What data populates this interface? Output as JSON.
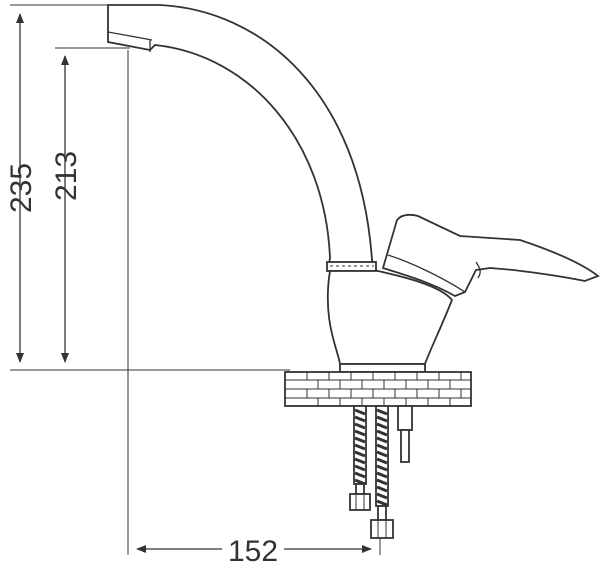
{
  "diagram": {
    "dimensions": {
      "total_height": "235",
      "spout_height": "213",
      "spout_reach": "152"
    },
    "colors": {
      "stroke": "#333333",
      "background": "#ffffff"
    }
  }
}
